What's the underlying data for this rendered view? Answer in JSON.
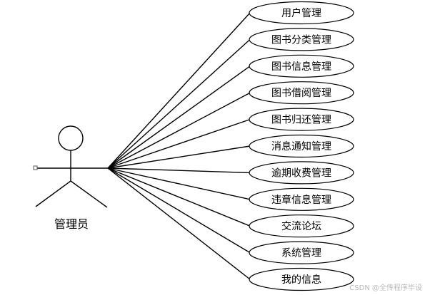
{
  "actor": {
    "label": "管理员"
  },
  "use_cases": [
    "用户管理",
    "图书分类管理",
    "图书信息管理",
    "图书借阅管理",
    "图书归还管理",
    "消息通知管理",
    "逾期收费管理",
    "违章信息管理",
    "交流论坛",
    "系统管理",
    "我的信息"
  ],
  "watermark": "CSDN @全传程序毕设"
}
